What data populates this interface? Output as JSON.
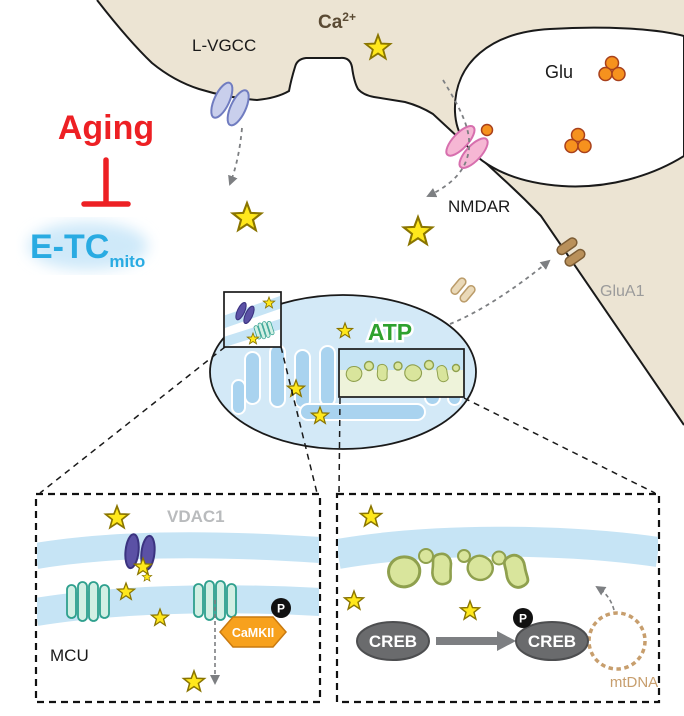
{
  "labels": {
    "ca_base": "Ca",
    "ca_sup": "2+",
    "lvgcc": "L-VGCC",
    "glu": "Glu",
    "aging": "Aging",
    "etc_main": "E-TC",
    "etc_sub": "mito",
    "nmdar": "NMDAR",
    "glua1": "GluA1",
    "atp": "ATP",
    "vdac1": "VDAC1",
    "mcu": "MCU",
    "camkii": "CaMKII",
    "phospho": "P",
    "creb": "CREB",
    "mtdna": "mtDNA"
  },
  "colors": {
    "extracellular_beige": "#ece4d3",
    "aging_red": "#ed2024",
    "etc_blue": "#29abe2",
    "atp_green": "#2ea12e",
    "ca_label_brown": "#5a4a33",
    "glua1_label_gray": "#9b9b9b",
    "vdac1_label_gray": "#b9bbbd",
    "calcium_star_yellow": "#ffe81c",
    "calcium_star_outline": "#8a7500",
    "mitochondrion_fill": "#d3e9f7",
    "cristae_blue": "#a9d3ef",
    "membrane_band_blue": "#c6e4f5",
    "lvgcc_fill": "#c9cfec",
    "lvgcc_stroke": "#707cc0",
    "nmdar_fill": "#f6b7d4",
    "nmdar_stroke": "#d76fae",
    "glu_vesicle_orange": "#f6921e",
    "glua1_brown": "#b9905a",
    "vdac_purple": "#5b51a5",
    "vdac_stroke": "#3b3380",
    "mcu_teal_fill": "#d2efe4",
    "mcu_teal_stroke": "#2fa08e",
    "camkii_orange": "#f7a11d",
    "creb_gray": "#6a6b6d",
    "arrow_gray": "#7d7f82",
    "mtdna_tan": "#c79e6d",
    "etc_blob_fill": "#d9e59c",
    "etc_blob_stroke": "#8fa04e"
  }
}
